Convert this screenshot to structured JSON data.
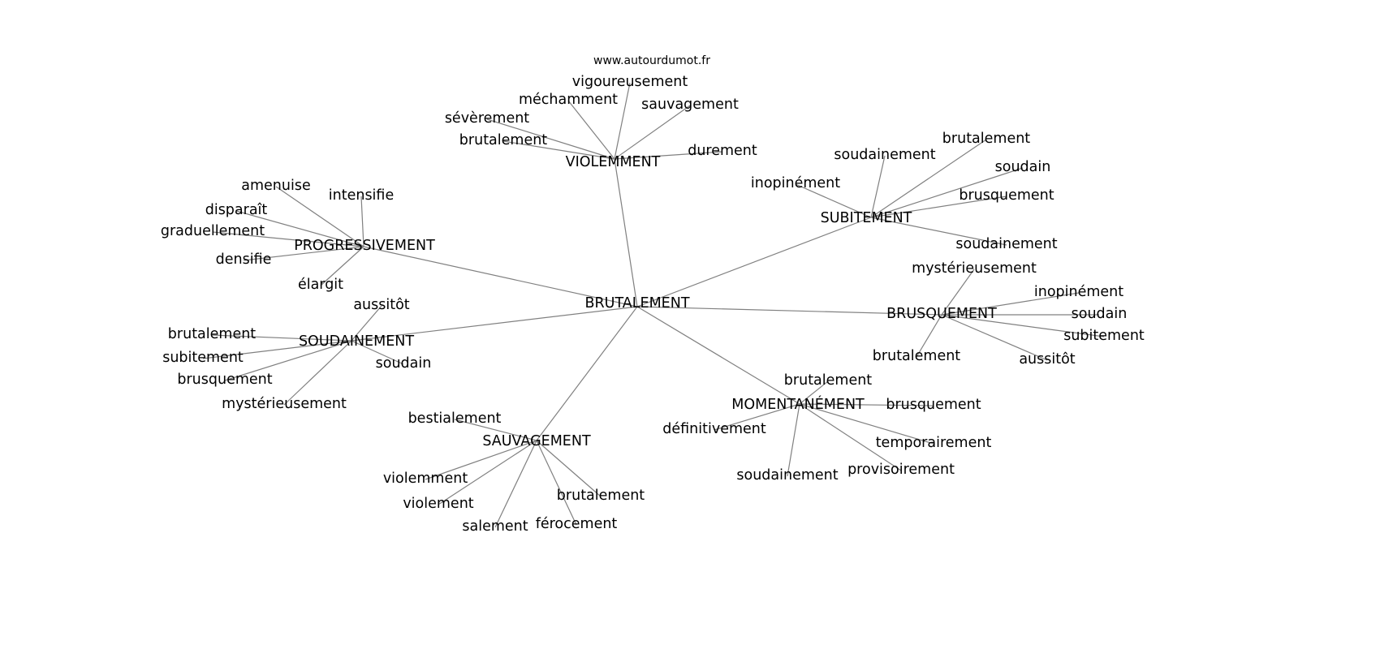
{
  "title": "www.autourdumot.fr",
  "colors": {
    "edge": "#808080",
    "text": "#000000",
    "background": "#ffffff"
  },
  "nodes": [
    {
      "id": "hub",
      "label": "BRUTALEMENT"
    },
    {
      "id": "viol",
      "label": "VIOLEMMENT"
    },
    {
      "id": "v1",
      "label": "sévèrement"
    },
    {
      "id": "v2",
      "label": "méchamment"
    },
    {
      "id": "v3",
      "label": "vigoureusement"
    },
    {
      "id": "v4",
      "label": "sauvagement"
    },
    {
      "id": "v5",
      "label": "brutalement"
    },
    {
      "id": "v6",
      "label": "durement"
    },
    {
      "id": "subi",
      "label": "SUBITEMENT"
    },
    {
      "id": "s1",
      "label": "inopinément"
    },
    {
      "id": "s2",
      "label": "soudainement"
    },
    {
      "id": "s3",
      "label": "brutalement"
    },
    {
      "id": "s4",
      "label": "soudain"
    },
    {
      "id": "s5",
      "label": "brusquement"
    },
    {
      "id": "s6",
      "label": "soudainement"
    },
    {
      "id": "brus",
      "label": "BRUSQUEMENT"
    },
    {
      "id": "b1",
      "label": "mystérieusement"
    },
    {
      "id": "b2",
      "label": "inopinément"
    },
    {
      "id": "b3",
      "label": "soudain"
    },
    {
      "id": "b4",
      "label": "subitement"
    },
    {
      "id": "b5",
      "label": "aussitôt"
    },
    {
      "id": "b6",
      "label": "brutalement"
    },
    {
      "id": "prog",
      "label": "PROGRESSIVEMENT"
    },
    {
      "id": "p1",
      "label": "amenuise"
    },
    {
      "id": "p2",
      "label": "intensifie"
    },
    {
      "id": "p3",
      "label": "disparaît"
    },
    {
      "id": "p4",
      "label": "graduellement"
    },
    {
      "id": "p5",
      "label": "densifie"
    },
    {
      "id": "p6",
      "label": "élargit"
    },
    {
      "id": "soud",
      "label": "SOUDAINEMENT"
    },
    {
      "id": "d1",
      "label": "aussitôt"
    },
    {
      "id": "d2",
      "label": "brutalement"
    },
    {
      "id": "d3",
      "label": "subitement"
    },
    {
      "id": "d4",
      "label": "brusquement"
    },
    {
      "id": "d5",
      "label": "mystérieusement"
    },
    {
      "id": "d6",
      "label": "soudain"
    },
    {
      "id": "sauv",
      "label": "SAUVAGEMENT"
    },
    {
      "id": "a1",
      "label": "bestialement"
    },
    {
      "id": "a2",
      "label": "violemment"
    },
    {
      "id": "a3",
      "label": "violement"
    },
    {
      "id": "a4",
      "label": "salement"
    },
    {
      "id": "a5",
      "label": "férocement"
    },
    {
      "id": "a6",
      "label": "brutalement"
    },
    {
      "id": "mome",
      "label": "MOMENTANÉMENT"
    },
    {
      "id": "m1",
      "label": "brutalement"
    },
    {
      "id": "m2",
      "label": "brusquement"
    },
    {
      "id": "m3",
      "label": "définitivement"
    },
    {
      "id": "m4",
      "label": "soudainement"
    },
    {
      "id": "m5",
      "label": "provisoirement"
    },
    {
      "id": "m6",
      "label": "temporairement"
    }
  ],
  "edges": [
    [
      "hub",
      "viol"
    ],
    [
      "hub",
      "subi"
    ],
    [
      "hub",
      "brus"
    ],
    [
      "hub",
      "prog"
    ],
    [
      "hub",
      "soud"
    ],
    [
      "hub",
      "sauv"
    ],
    [
      "hub",
      "mome"
    ],
    [
      "viol",
      "v1"
    ],
    [
      "viol",
      "v2"
    ],
    [
      "viol",
      "v3"
    ],
    [
      "viol",
      "v4"
    ],
    [
      "viol",
      "v5"
    ],
    [
      "viol",
      "v6"
    ],
    [
      "subi",
      "s1"
    ],
    [
      "subi",
      "s2"
    ],
    [
      "subi",
      "s3"
    ],
    [
      "subi",
      "s4"
    ],
    [
      "subi",
      "s5"
    ],
    [
      "subi",
      "s6"
    ],
    [
      "brus",
      "b1"
    ],
    [
      "brus",
      "b2"
    ],
    [
      "brus",
      "b3"
    ],
    [
      "brus",
      "b4"
    ],
    [
      "brus",
      "b5"
    ],
    [
      "brus",
      "b6"
    ],
    [
      "prog",
      "p1"
    ],
    [
      "prog",
      "p2"
    ],
    [
      "prog",
      "p3"
    ],
    [
      "prog",
      "p4"
    ],
    [
      "prog",
      "p5"
    ],
    [
      "prog",
      "p6"
    ],
    [
      "soud",
      "d1"
    ],
    [
      "soud",
      "d2"
    ],
    [
      "soud",
      "d3"
    ],
    [
      "soud",
      "d4"
    ],
    [
      "soud",
      "d5"
    ],
    [
      "soud",
      "d6"
    ],
    [
      "sauv",
      "a1"
    ],
    [
      "sauv",
      "a2"
    ],
    [
      "sauv",
      "a3"
    ],
    [
      "sauv",
      "a4"
    ],
    [
      "sauv",
      "a5"
    ],
    [
      "sauv",
      "a6"
    ],
    [
      "mome",
      "m1"
    ],
    [
      "mome",
      "m2"
    ],
    [
      "mome",
      "m3"
    ],
    [
      "mome",
      "m4"
    ],
    [
      "mome",
      "m5"
    ],
    [
      "mome",
      "m6"
    ]
  ]
}
